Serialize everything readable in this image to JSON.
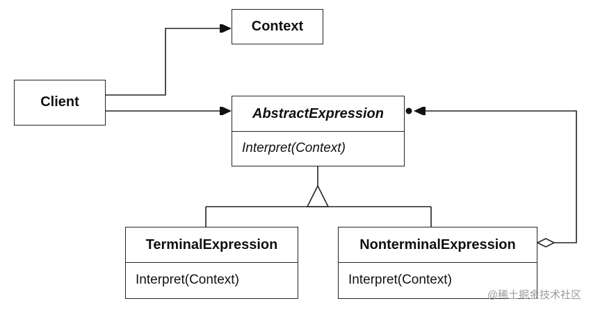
{
  "diagram": {
    "classes": {
      "context": {
        "name": "Context"
      },
      "client": {
        "name": "Client"
      },
      "abstract_expression": {
        "name": "AbstractExpression",
        "operation": "Interpret(Context)"
      },
      "terminal_expression": {
        "name": "TerminalExpression",
        "operation": "Interpret(Context)"
      },
      "nonterminal_expression": {
        "name": "NonterminalExpression",
        "operation": "Interpret(Context)"
      }
    }
  },
  "watermark": {
    "text": "@稀土掘金技术社区"
  },
  "colors": {
    "line": "#222222",
    "background": "#ffffff"
  }
}
